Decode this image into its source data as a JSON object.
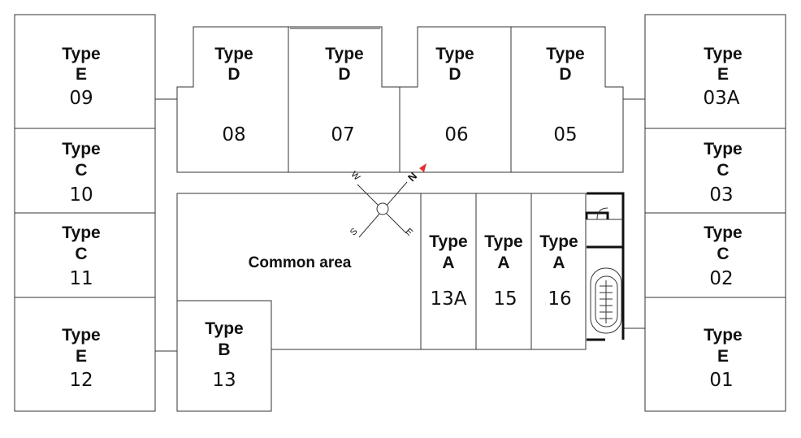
{
  "units": [
    {
      "id": "unit-09",
      "type_word": "Type",
      "type_letter": "E",
      "number": "09"
    },
    {
      "id": "unit-10",
      "type_word": "Type",
      "type_letter": "C",
      "number": "10"
    },
    {
      "id": "unit-11",
      "type_word": "Type",
      "type_letter": "C",
      "number": "11"
    },
    {
      "id": "unit-12",
      "type_word": "Type",
      "type_letter": "E",
      "number": "12"
    },
    {
      "id": "unit-08",
      "type_word": "Type",
      "type_letter": "D",
      "number": "08"
    },
    {
      "id": "unit-07",
      "type_word": "Type",
      "type_letter": "D",
      "number": "07"
    },
    {
      "id": "unit-06",
      "type_word": "Type",
      "type_letter": "D",
      "number": "06"
    },
    {
      "id": "unit-05",
      "type_word": "Type",
      "type_letter": "D",
      "number": "05"
    },
    {
      "id": "unit-13a",
      "type_word": "Type",
      "type_letter": "A",
      "number": "13A"
    },
    {
      "id": "unit-15",
      "type_word": "Type",
      "type_letter": "A",
      "number": "15"
    },
    {
      "id": "unit-16",
      "type_word": "Type",
      "type_letter": "A",
      "number": "16"
    },
    {
      "id": "unit-13",
      "type_word": "Type",
      "type_letter": "B",
      "number": "13"
    },
    {
      "id": "unit-03a",
      "type_word": "Type",
      "type_letter": "E",
      "number": "03A"
    },
    {
      "id": "unit-03",
      "type_word": "Type",
      "type_letter": "C",
      "number": "03"
    },
    {
      "id": "unit-02",
      "type_word": "Type",
      "type_letter": "C",
      "number": "02"
    },
    {
      "id": "unit-01",
      "type_word": "Type",
      "type_letter": "E",
      "number": "01"
    }
  ],
  "common_area": {
    "label": "Common area"
  },
  "compass": {
    "n": "N",
    "e": "E",
    "s": "S",
    "w": "W",
    "north_color": "#e03030"
  },
  "colors": {
    "line": "#333333",
    "background": "#ffffff"
  }
}
